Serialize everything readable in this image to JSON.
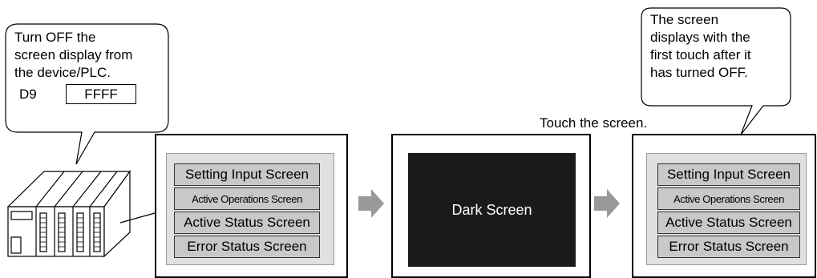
{
  "left_bubble": {
    "text": "Turn OFF the\nscreen display from\nthe device/PLC.",
    "address": "D9",
    "value": "FFFF"
  },
  "right_bubble": {
    "text": "The screen\ndisplays with the\nfirst touch after it\nhas turned OFF."
  },
  "touch_label": "Touch the screen.",
  "screen_buttons": [
    "Setting Input Screen",
    "Active Operations Screen",
    "Active Status Screen",
    "Error Status Screen"
  ],
  "dark_screen_label": "Dark Screen",
  "colors": {
    "arrow": "#999999",
    "dark_screen": "#1a1a1a",
    "button_fill": "#c8c8c8",
    "panel_inner": "#e0e0e0"
  }
}
